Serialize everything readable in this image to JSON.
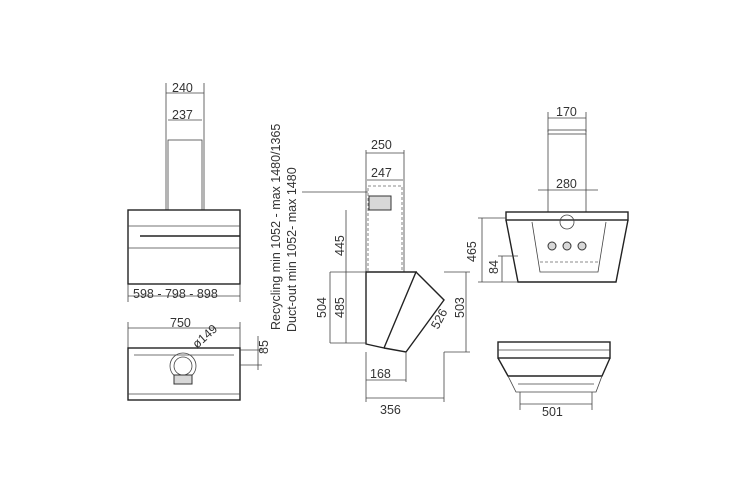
{
  "dimensions": {
    "front_top_outer": "240",
    "front_top_inner": "237",
    "front_width_options": "598 - 798 - 898",
    "plan_width": "750",
    "plan_duct_diameter": "ø149",
    "plan_height": "85",
    "height_note_recycling": "Recycling min 1052 - max 1480/1365",
    "height_note_ductout": "Duct-out min 1052- max 1480",
    "side_top_outer": "250",
    "side_top_inner": "247",
    "side_445": "445",
    "side_504": "504",
    "side_485": "485",
    "side_526": "526",
    "side_503": "503",
    "side_168": "168",
    "side_356": "356",
    "back_170": "170",
    "back_280": "280",
    "back_465": "465",
    "back_84": "84",
    "under_501": "501"
  }
}
